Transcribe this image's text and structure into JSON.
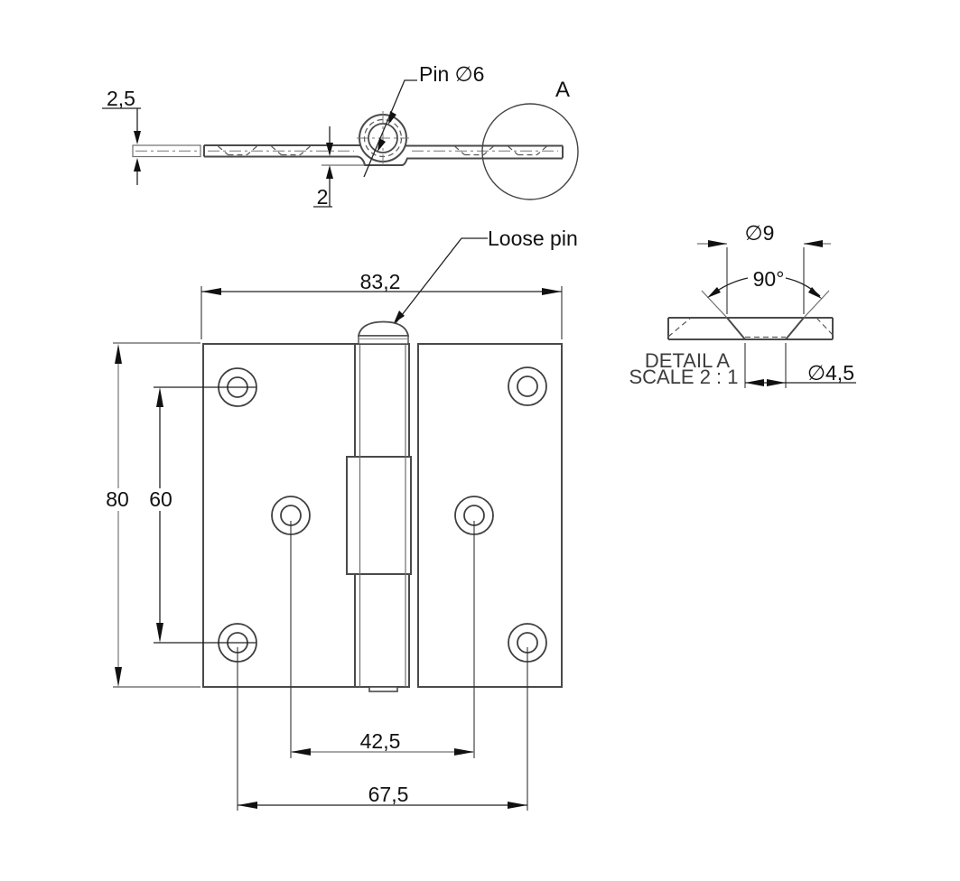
{
  "top_view": {
    "pin_note": "Pin ∅6",
    "detail_letter": "A",
    "dim_thickness": "2,5",
    "dim_offset": "2"
  },
  "front_view": {
    "loose_pin_label": "Loose pin",
    "dim_width": "83,2",
    "dim_height": "80",
    "dim_hole_vertical": "60",
    "dim_hole_mid": "42,5",
    "dim_hole_outer": "67,5"
  },
  "detail_view": {
    "title": "DETAIL A",
    "scale": "SCALE 2 : 1",
    "dim_countersink_dia": "∅9",
    "dim_countersink_angle": "90°",
    "dim_hole_dia": "∅4,5"
  },
  "colors": {
    "background": "#ffffff",
    "part_line": "#4a4a4a",
    "dimension_line": "#222222",
    "text": "#111111"
  }
}
